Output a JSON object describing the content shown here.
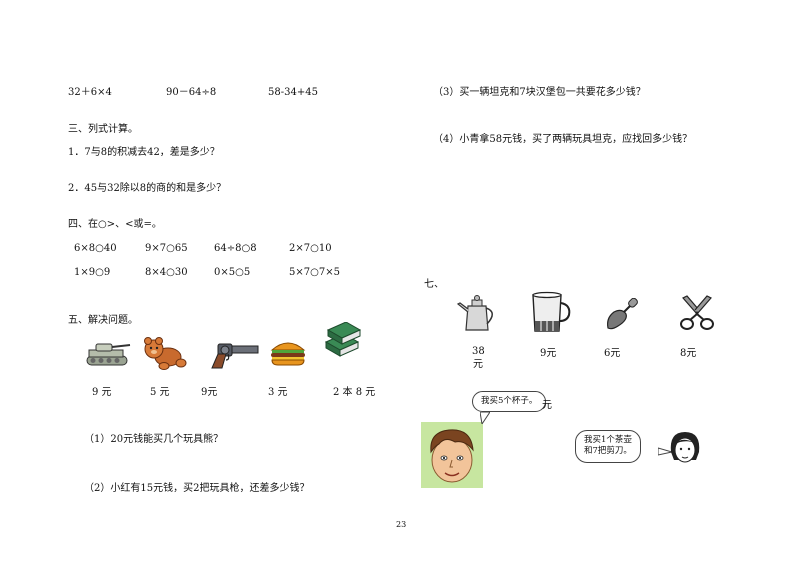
{
  "left": {
    "expressions": [
      "32＋6×4",
      "90－64÷8",
      "58-34+45"
    ],
    "section3": {
      "title": "三、列式计算。",
      "q1": "1．7与8的积减去42，差是多少？",
      "q2": "2．45与32除以8的商的和是多少？"
    },
    "section4": {
      "title": "四、在○>、<或=。",
      "row1": [
        "6×8○40",
        "9×7○65",
        "64÷8○8",
        "2×7○10"
      ],
      "row2": [
        "1×9○9",
        "8×4○30",
        "0×5○5",
        "5×7○7×5"
      ]
    },
    "section5": {
      "title": "五、解决问题。",
      "items": [
        {
          "icon": "tank-icon",
          "price": "9 元"
        },
        {
          "icon": "teddy-bear-icon",
          "price": "5 元"
        },
        {
          "icon": "toy-gun-icon",
          "price": "9元"
        },
        {
          "icon": "hamburger-icon",
          "price": "3 元"
        },
        {
          "icon": "books-icon",
          "price": "2 本 8 元"
        }
      ],
      "q1": "（1）20元钱能买几个玩具熊？",
      "q2": "（2）小红有15元钱，买2把玩具枪，还差多少钱？"
    }
  },
  "right": {
    "q3": "（3）买一辆坦克和7块汉堡包一共要花多少钱？",
    "q4": "（4）小青拿58元钱，买了两辆玩具坦克，应找回多少钱？",
    "section7": {
      "title": "七、",
      "items": [
        {
          "icon": "teapot-icon",
          "price_line1": "38",
          "price_line2": "元"
        },
        {
          "icon": "cup-icon",
          "price": "9元"
        },
        {
          "icon": "trowel-icon",
          "price": "6元"
        },
        {
          "icon": "scissors-icon",
          "price": "8元"
        }
      ],
      "bubble_boy": "我买5个杯子。",
      "stray_char": "元",
      "bubble_girl_line1": "我买1个茶壶",
      "bubble_girl_line2": "和7把剪刀。"
    }
  },
  "page_number": "23"
}
